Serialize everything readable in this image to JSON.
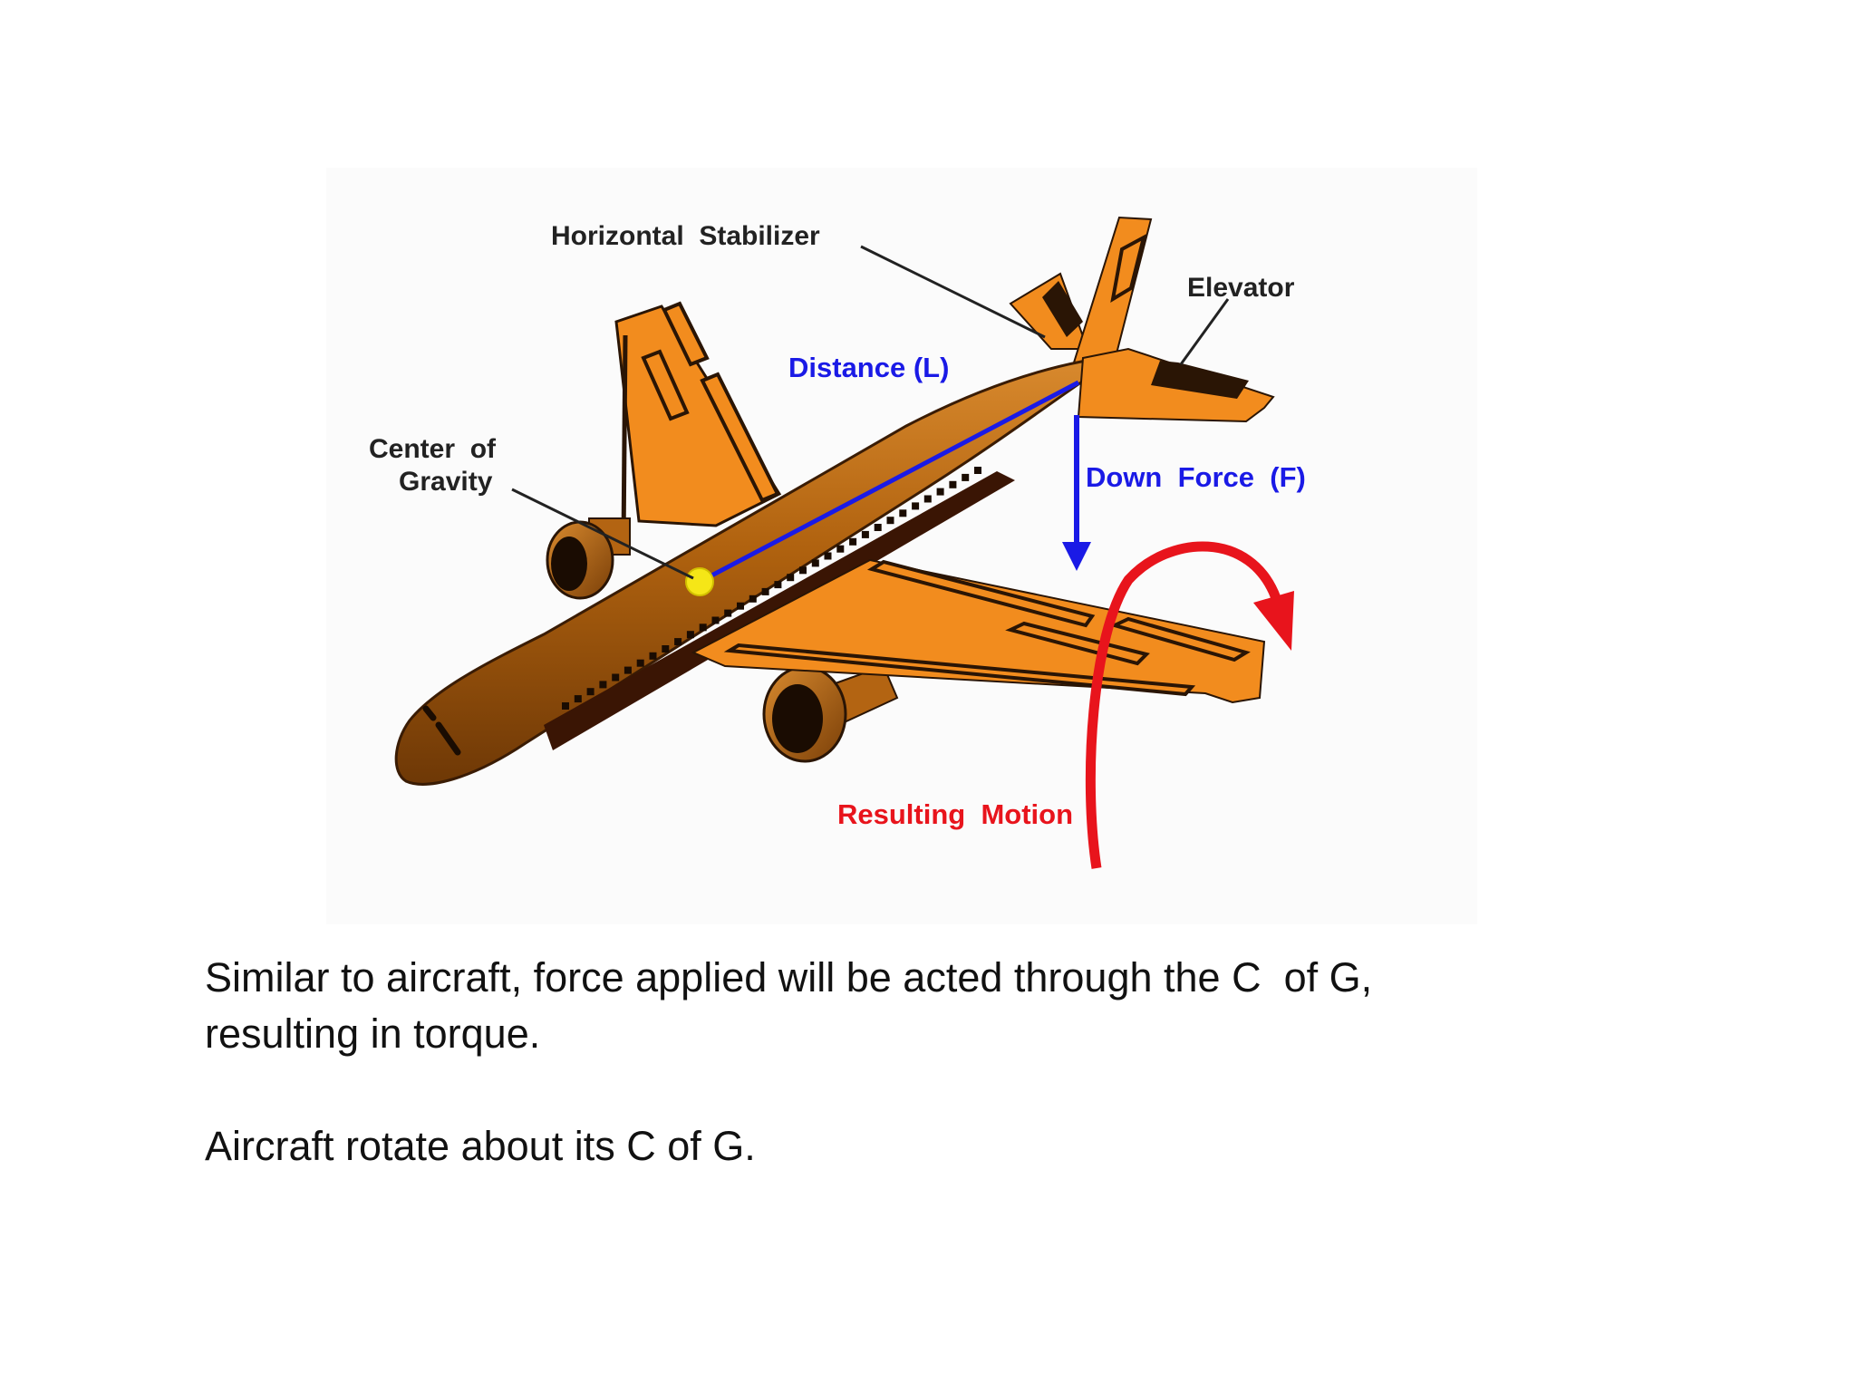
{
  "diagram": {
    "labels": {
      "horizontal_stabilizer": "Horizontal  Stabilizer",
      "elevator": "Elevator",
      "distance": "Distance (L)",
      "center_of_gravity_line1": "Center  of",
      "center_of_gravity_line2": "Gravity",
      "down_force": "Down  Force  (F)",
      "resulting_motion": "Resulting  Motion"
    },
    "colors": {
      "body_orange": "#f28c1e",
      "fuselage_brown": "#b36412",
      "outline": "#2a1505",
      "distance_line": "#1a1ae6",
      "down_force": "#1a1ae6",
      "resulting_motion": "#e8141c",
      "center_of_gravity": "#f5e617"
    }
  },
  "caption": {
    "line1": "Similar to aircraft, force applied will be acted through the C  of G,",
    "line2": "resulting in torque.",
    "line3": "Aircraft rotate about its C of G."
  }
}
